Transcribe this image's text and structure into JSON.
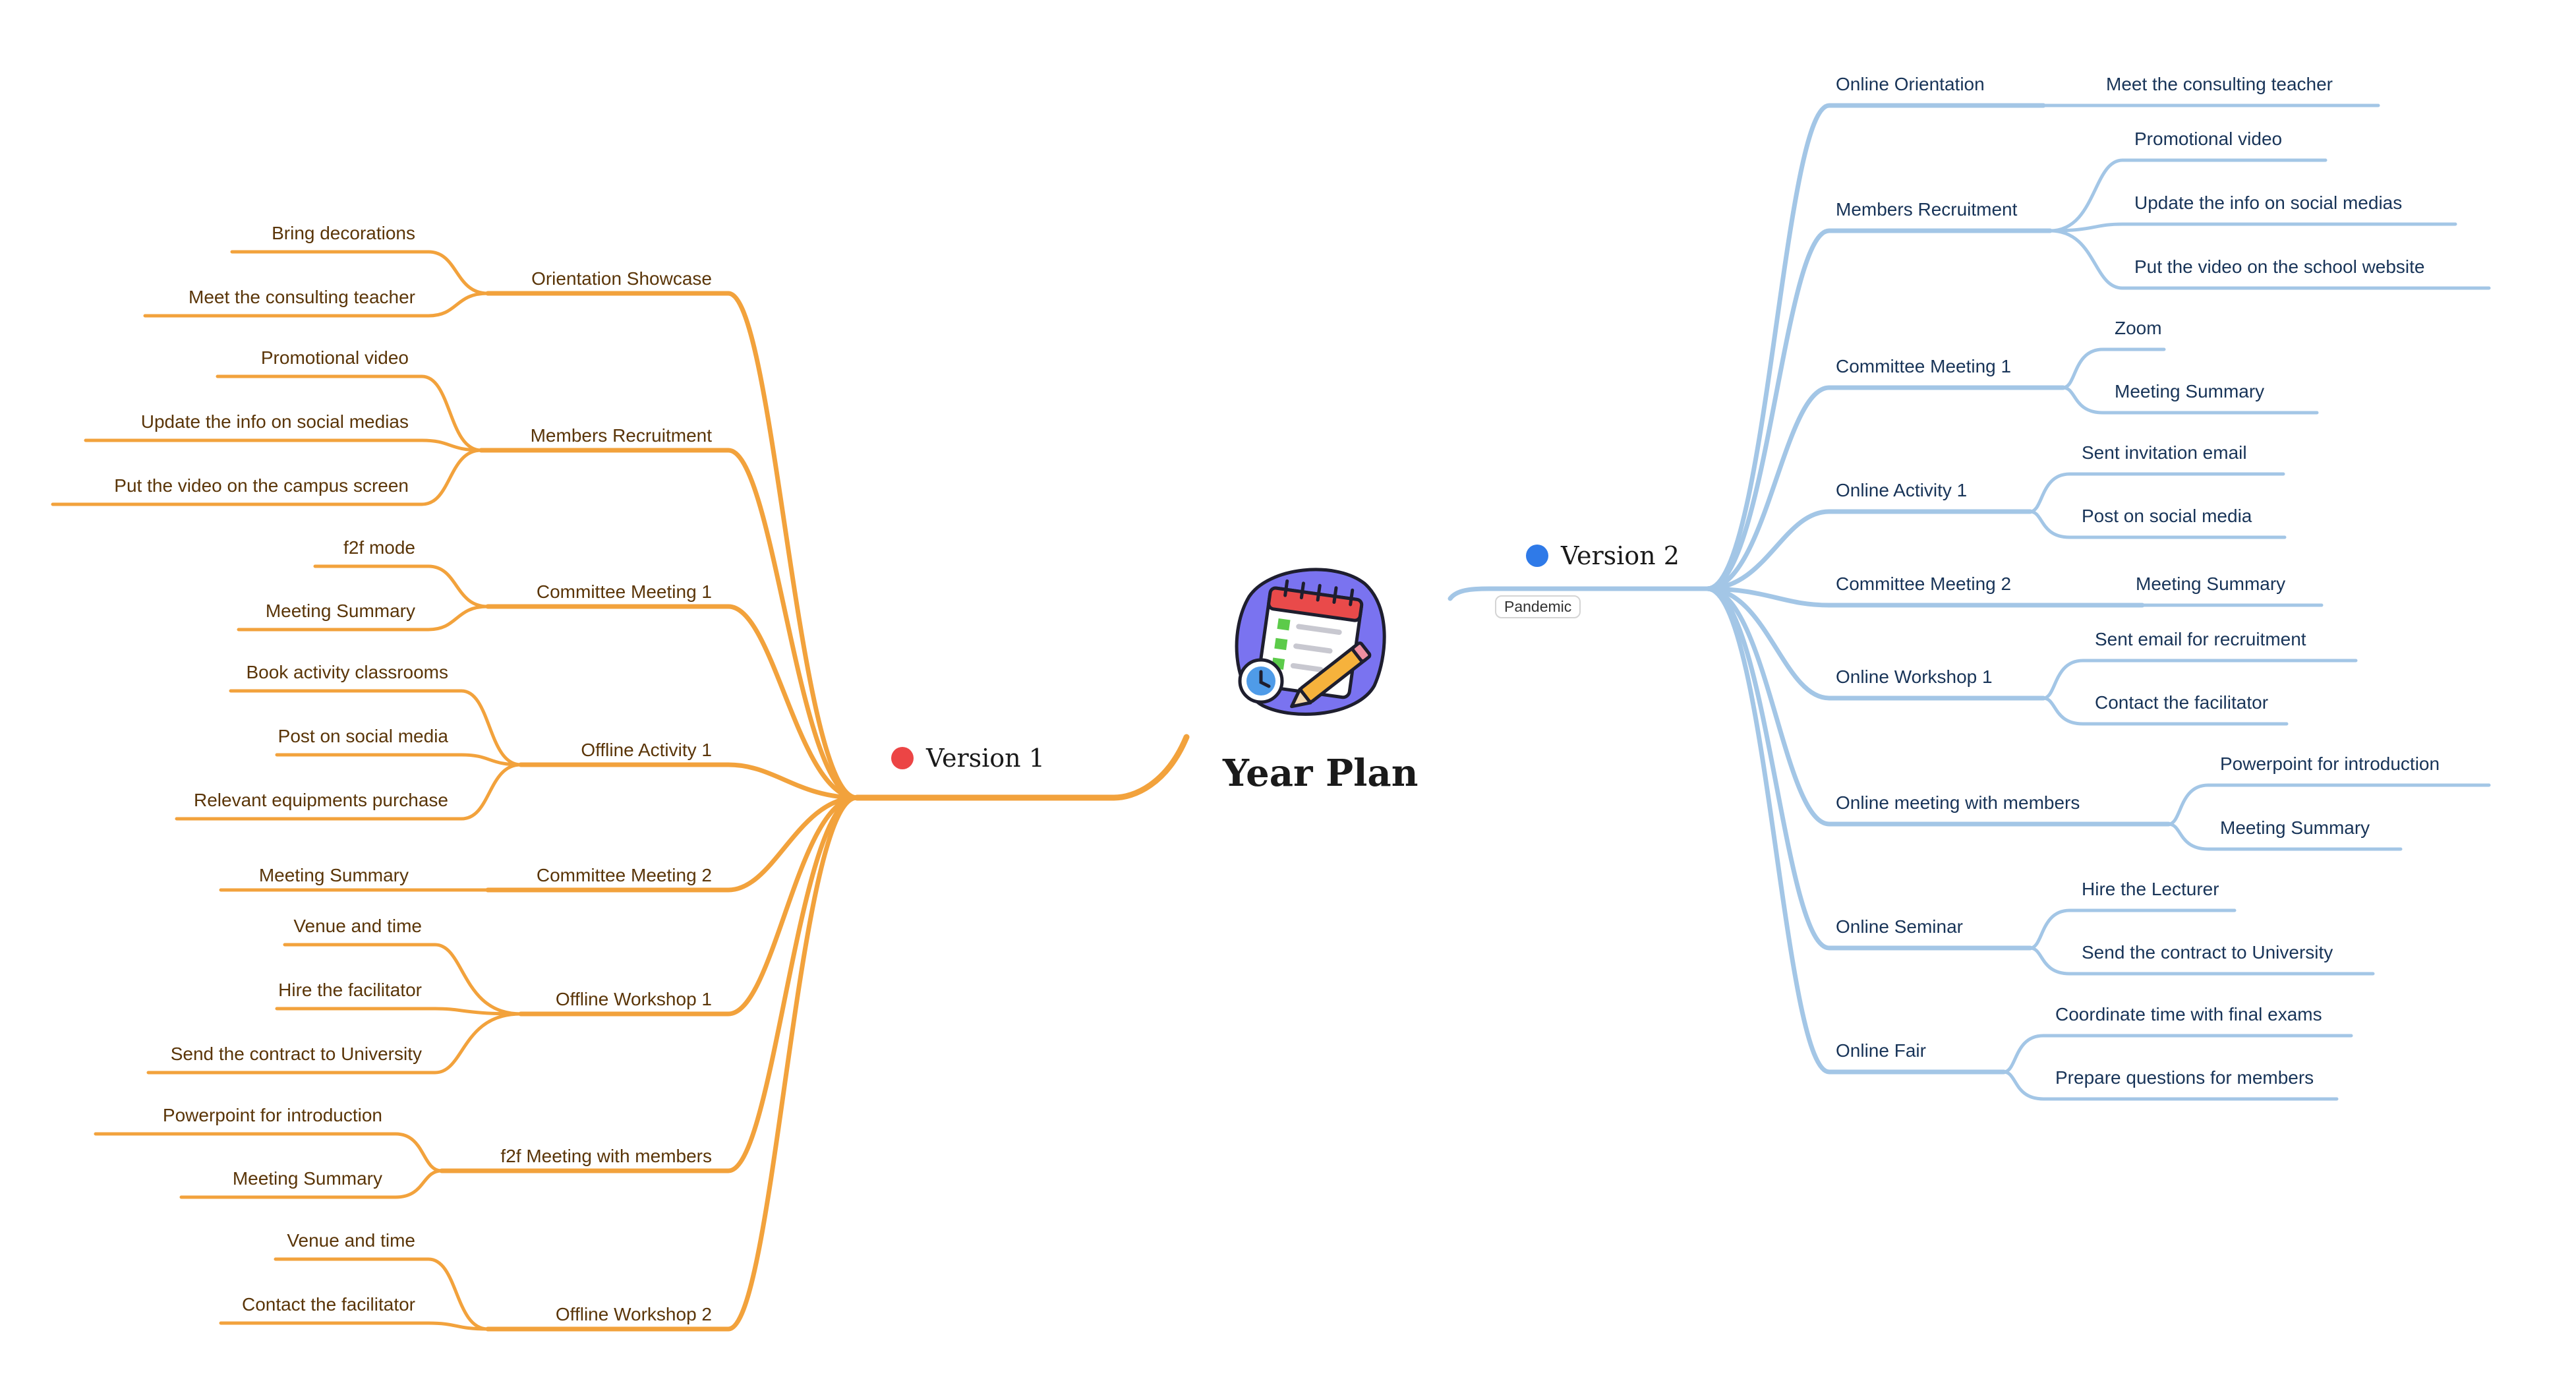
{
  "title": "Year Plan",
  "colors": {
    "version1": "#f2a23c",
    "version2": "#a3c6e6",
    "dot1": "#ec4545",
    "dot2": "#2f7ae8"
  },
  "version1": {
    "label": "Version 1",
    "topics": [
      {
        "label": "Orientation Showcase",
        "children": [
          "Bring decorations",
          "Meet the consulting teacher"
        ]
      },
      {
        "label": "Members Recruitment",
        "children": [
          "Promotional video",
          "Update the info on social medias",
          "Put the video on the campus screen"
        ]
      },
      {
        "label": "Committee Meeting 1",
        "children": [
          "f2f mode",
          "Meeting Summary"
        ]
      },
      {
        "label": "Offline Activity 1",
        "children": [
          "Book activity classrooms",
          "Post on social media",
          "Relevant equipments purchase"
        ]
      },
      {
        "label": "Committee Meeting 2",
        "children": [
          "Meeting Summary"
        ]
      },
      {
        "label": "Offline Workshop 1",
        "children": [
          "Venue and time",
          "Hire the facilitator",
          "Send the contract to University"
        ]
      },
      {
        "label": "f2f Meeting with members",
        "children": [
          "Powerpoint for introduction",
          "Meeting Summary"
        ]
      },
      {
        "label": "Offline Workshop 2",
        "children": [
          "Venue and time",
          "Contact the facilitator"
        ]
      }
    ]
  },
  "version2": {
    "label": "Version 2",
    "tag": "Pandemic",
    "topics": [
      {
        "label": "Online Orientation",
        "children": [
          "Meet the consulting teacher"
        ]
      },
      {
        "label": "Members Recruitment",
        "children": [
          "Promotional video",
          "Update the info on social medias",
          "Put the video on the school website"
        ]
      },
      {
        "label": "Committee Meeting 1",
        "children": [
          "Zoom",
          "Meeting Summary"
        ]
      },
      {
        "label": "Online Activity 1",
        "children": [
          "Sent invitation email",
          "Post on social media"
        ]
      },
      {
        "label": "Committee Meeting 2",
        "children": [
          "Meeting Summary"
        ]
      },
      {
        "label": "Online Workshop 1",
        "children": [
          "Sent email for recruitment",
          "Contact the facilitator"
        ]
      },
      {
        "label": "Online meeting with members",
        "children": [
          "Powerpoint for introduction",
          "Meeting Summary"
        ]
      },
      {
        "label": "Online Seminar",
        "children": [
          "Hire the Lecturer",
          "Send the contract to University"
        ]
      },
      {
        "label": "Online Fair",
        "children": [
          "Coordinate time with final exams",
          "Prepare questions for members"
        ]
      }
    ]
  }
}
